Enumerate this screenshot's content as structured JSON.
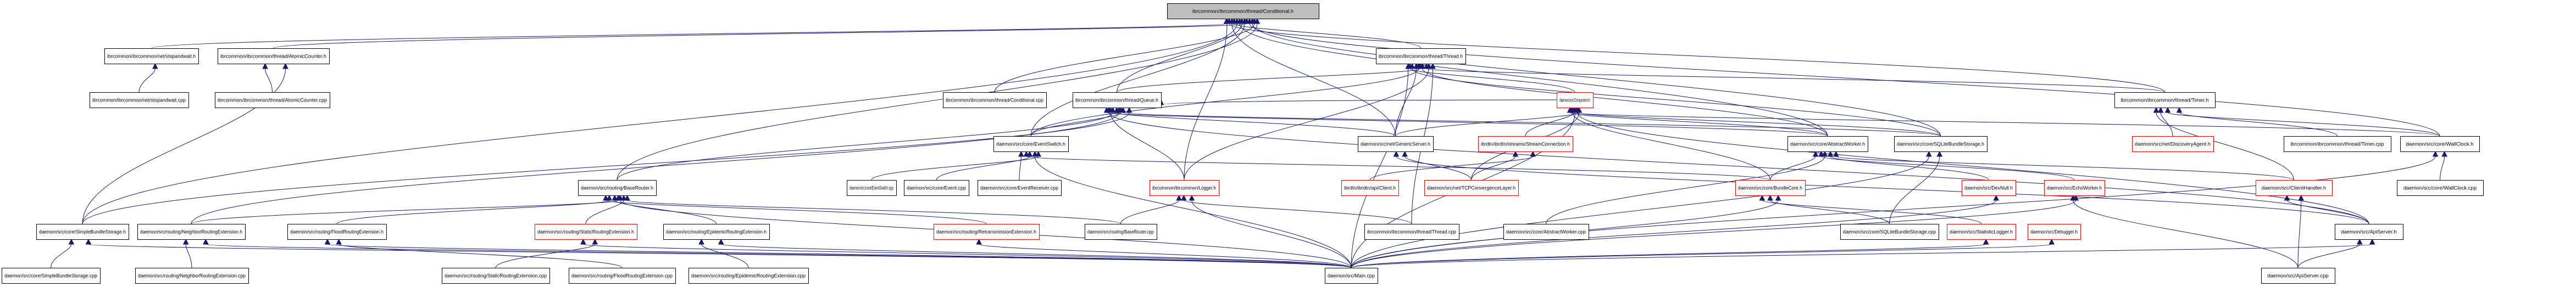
{
  "diagram": {
    "type": "include-dependency-graph",
    "edge_color": "#191970",
    "root_fill": "#bfbfbf",
    "truncated_border": "#ff0000",
    "nodes": [
      {
        "id": "conditional_h",
        "label": "ibrcommon/ibrcommon/thread/Conditional.h",
        "root": true
      },
      {
        "id": "stopandwait_h",
        "label": "ibrcommon/ibrcommon/net/stopandwait.h"
      },
      {
        "id": "atomiccounter_h",
        "label": "ibrcommon/ibrcommon/thread/AtomicCounter.h"
      },
      {
        "id": "thread_h",
        "label": "ibrcommon/ibrcommon/thread/Thread.h"
      },
      {
        "id": "stopandwait_cpp",
        "label": "ibrcommon/ibrcommon/net/stopandwait.cpp"
      },
      {
        "id": "atomiccounter_cpp",
        "label": "ibrcommon/ibrcommon/thread/AtomicCounter.cpp"
      },
      {
        "id": "conditional_cpp",
        "label": "ibrcommon/ibrcommon/thread/Conditional.cpp"
      },
      {
        "id": "queue_h",
        "label": "ibrcommon/ibrcommon/thread/Queue.h"
      },
      {
        "id": "component_h",
        "label": "daemon/src/Component.h",
        "truncated": true
      },
      {
        "id": "timer_h",
        "label": "ibrcommon/ibrcommon/thread/Timer.h"
      },
      {
        "id": "eventswitch_h",
        "label": "daemon/src/core/EventSwitch.h"
      },
      {
        "id": "genericserver_h",
        "label": "daemon/src/net/GenericServer.h"
      },
      {
        "id": "streamconnection_h",
        "label": "ibrdtn/ibrdtn/streams/StreamConnection.h",
        "truncated": true
      },
      {
        "id": "abstractworker_h",
        "label": "daemon/src/core/AbstractWorker.h"
      },
      {
        "id": "sqlitebundlestorage_h",
        "label": "daemon/src/core/SQLiteBundleStorage.h"
      },
      {
        "id": "discoveryagent_h",
        "label": "daemon/src/net/DiscoveryAgent.h",
        "truncated": true
      },
      {
        "id": "timer_cpp",
        "label": "ibrcommon/ibrcommon/thread/Timer.cpp"
      },
      {
        "id": "wallclock_h",
        "label": "daemon/src/core/WallClock.h"
      },
      {
        "id": "baserouter_h",
        "label": "daemon/src/routing/BaseRouter.h"
      },
      {
        "id": "eventswitch_cpp",
        "label": "daemon/src/core/EventSwitch.cpp"
      },
      {
        "id": "event_cpp",
        "label": "daemon/src/core/Event.cpp"
      },
      {
        "id": "eventreceiver_cpp",
        "label": "daemon/src/core/EventReceiver.cpp"
      },
      {
        "id": "logger_h",
        "label": "ibrcommon/ibrcommon/Logger.h",
        "truncated": true
      },
      {
        "id": "client_h",
        "label": "ibrdtn/ibrdtn/api/Client.h",
        "truncated": true
      },
      {
        "id": "tcpcl_h",
        "label": "daemon/src/net/TCPConvergenceLayer.h",
        "truncated": true
      },
      {
        "id": "bundlecore_h",
        "label": "daemon/src/core/BundleCore.h",
        "truncated": true
      },
      {
        "id": "devnull_h",
        "label": "daemon/src/DevNull.h",
        "truncated": true
      },
      {
        "id": "echoworker_h",
        "label": "daemon/src/EchoWorker.h",
        "truncated": true
      },
      {
        "id": "clienthandler_h",
        "label": "daemon/src/ClientHandler.h",
        "truncated": true
      },
      {
        "id": "wallclock_cpp",
        "label": "daemon/src/core/WallClock.cpp"
      },
      {
        "id": "simplebundlestorage_h",
        "label": "daemon/src/core/SimpleBundleStorage.h"
      },
      {
        "id": "neighborrouting_h",
        "label": "daemon/src/routing/NeighborRoutingExtension.h"
      },
      {
        "id": "floodrouting_h",
        "label": "daemon/src/routing/FloodRoutingExtension.h"
      },
      {
        "id": "staticrouting_h",
        "label": "daemon/src/routing/StaticRoutingExtension.h",
        "truncated": true
      },
      {
        "id": "epidemicrouting_h",
        "label": "daemon/src/routing/EpidemicRoutingExtension.h"
      },
      {
        "id": "retransmission_h",
        "label": "daemon/src/routing/RetransmissionExtension.h",
        "truncated": true
      },
      {
        "id": "baserouter_cpp",
        "label": "daemon/src/routing/BaseRouter.cpp"
      },
      {
        "id": "thread_cpp",
        "label": "ibrcommon/ibrcommon/thread/Thread.cpp"
      },
      {
        "id": "abstractworker_cpp",
        "label": "daemon/src/core/AbstractWorker.cpp"
      },
      {
        "id": "sqlitebundlestorage_cpp",
        "label": "daemon/src/core/SQLiteBundleStorage.cpp"
      },
      {
        "id": "statisticlogger_h",
        "label": "daemon/src/StatisticLogger.h",
        "truncated": true
      },
      {
        "id": "debugger_h",
        "label": "daemon/src/Debugger.h",
        "truncated": true
      },
      {
        "id": "apiserver_h",
        "label": "daemon/src/ApiServer.h"
      },
      {
        "id": "simplebundlestorage_cpp",
        "label": "daemon/src/core/SimpleBundleStorage.cpp"
      },
      {
        "id": "neighborrouting_cpp",
        "label": "daemon/src/routing/NeighborRoutingExtension.cpp"
      },
      {
        "id": "staticrouting_cpp",
        "label": "daemon/src/routing/StaticRoutingExtension.cpp"
      },
      {
        "id": "floodrouting_cpp",
        "label": "daemon/src/routing/FloodRoutingExtension.cpp"
      },
      {
        "id": "epidemicrouting_cpp",
        "label": "daemon/src/routing/EpidemicRoutingExtension.cpp"
      },
      {
        "id": "main_cpp",
        "label": "daemon/src/Main.cpp"
      },
      {
        "id": "apiserver_cpp",
        "label": "daemon/src/ApiServer.cpp"
      }
    ],
    "edges": [
      [
        "stopandwait_h",
        "conditional_h"
      ],
      [
        "atomiccounter_h",
        "conditional_h"
      ],
      [
        "thread_h",
        "conditional_h"
      ],
      [
        "conditional_cpp",
        "conditional_h"
      ],
      [
        "queue_h",
        "conditional_h"
      ],
      [
        "timer_h",
        "conditional_h"
      ],
      [
        "wallclock_h",
        "conditional_h"
      ],
      [
        "simplebundlestorage_h",
        "conditional_h"
      ],
      [
        "baserouter_h",
        "conditional_h"
      ],
      [
        "eventswitch_h",
        "conditional_h"
      ],
      [
        "genericserver_h",
        "conditional_h"
      ],
      [
        "sqlitebundlestorage_h",
        "conditional_h"
      ],
      [
        "abstractworker_h",
        "conditional_h"
      ],
      [
        "logger_h",
        "conditional_h"
      ],
      [
        "stopandwait_cpp",
        "stopandwait_h"
      ],
      [
        "atomiccounter_cpp",
        "atomiccounter_h"
      ],
      [
        "simplebundlestorage_h",
        "atomiccounter_h"
      ],
      [
        "queue_h",
        "thread_h"
      ],
      [
        "component_h",
        "thread_h"
      ],
      [
        "timer_h",
        "thread_h"
      ],
      [
        "genericserver_h",
        "thread_h"
      ],
      [
        "thread_cpp",
        "thread_h"
      ],
      [
        "abstractworker_h",
        "thread_h"
      ],
      [
        "sqlitebundlestorage_h",
        "thread_h"
      ],
      [
        "logger_h",
        "thread_h"
      ],
      [
        "eventswitch_h",
        "thread_h"
      ],
      [
        "main_cpp",
        "thread_h"
      ],
      [
        "eventswitch_h",
        "queue_h"
      ],
      [
        "logger_h",
        "queue_h"
      ],
      [
        "component_h",
        "queue_h"
      ],
      [
        "genericserver_h",
        "queue_h"
      ],
      [
        "abstractworker_h",
        "queue_h"
      ],
      [
        "sqlitebundlestorage_h",
        "queue_h"
      ],
      [
        "baserouter_h",
        "queue_h"
      ],
      [
        "simplebundlestorage_h",
        "queue_h"
      ],
      [
        "neighborrouting_h",
        "queue_h"
      ],
      [
        "apiserver_h",
        "queue_h"
      ],
      [
        "genericserver_h",
        "component_h"
      ],
      [
        "streamconnection_h",
        "component_h"
      ],
      [
        "abstractworker_h",
        "component_h"
      ],
      [
        "sqlitebundlestorage_h",
        "component_h"
      ],
      [
        "bundlecore_h",
        "component_h"
      ],
      [
        "tcpcl_h",
        "component_h"
      ],
      [
        "main_cpp",
        "component_h"
      ],
      [
        "wallclock_h",
        "component_h"
      ],
      [
        "apiserver_h",
        "component_h"
      ],
      [
        "discoveryagent_h",
        "timer_h"
      ],
      [
        "timer_cpp",
        "timer_h"
      ],
      [
        "wallclock_h",
        "timer_h"
      ],
      [
        "clienthandler_h",
        "timer_h"
      ],
      [
        "eventswitch_cpp",
        "eventswitch_h"
      ],
      [
        "event_cpp",
        "eventswitch_h"
      ],
      [
        "eventreceiver_cpp",
        "eventswitch_h"
      ],
      [
        "main_cpp",
        "eventswitch_h"
      ],
      [
        "bundlecore_h",
        "eventswitch_h"
      ],
      [
        "tcpcl_h",
        "genericserver_h"
      ],
      [
        "apiserver_h",
        "genericserver_h"
      ],
      [
        "tcpcl_h",
        "streamconnection_h"
      ],
      [
        "client_h",
        "streamconnection_h"
      ],
      [
        "abstractworker_cpp",
        "abstractworker_h"
      ],
      [
        "bundlecore_h",
        "abstractworker_h"
      ],
      [
        "devnull_h",
        "abstractworker_h"
      ],
      [
        "echoworker_h",
        "abstractworker_h"
      ],
      [
        "clienthandler_h",
        "abstractworker_h"
      ],
      [
        "sqlitebundlestorage_cpp",
        "sqlitebundlestorage_h"
      ],
      [
        "main_cpp",
        "sqlitebundlestorage_h"
      ],
      [
        "wallclock_cpp",
        "wallclock_h"
      ],
      [
        "main_cpp",
        "wallclock_h"
      ],
      [
        "baserouter_cpp",
        "baserouter_h"
      ],
      [
        "neighborrouting_h",
        "baserouter_h"
      ],
      [
        "floodrouting_h",
        "baserouter_h"
      ],
      [
        "staticrouting_h",
        "baserouter_h"
      ],
      [
        "epidemicrouting_h",
        "baserouter_h"
      ],
      [
        "retransmission_h",
        "baserouter_h"
      ],
      [
        "main_cpp",
        "baserouter_h"
      ],
      [
        "baserouter_cpp",
        "logger_h"
      ],
      [
        "main_cpp",
        "logger_h"
      ],
      [
        "thread_cpp",
        "logger_h"
      ],
      [
        "simplebundlestorage_cpp",
        "simplebundlestorage_h"
      ],
      [
        "main_cpp",
        "simplebundlestorage_h"
      ],
      [
        "neighborrouting_cpp",
        "neighborrouting_h"
      ],
      [
        "main_cpp",
        "neighborrouting_h"
      ],
      [
        "floodrouting_cpp",
        "floodrouting_h"
      ],
      [
        "main_cpp",
        "floodrouting_h"
      ],
      [
        "staticrouting_cpp",
        "staticrouting_h"
      ],
      [
        "main_cpp",
        "staticrouting_h"
      ],
      [
        "epidemicrouting_cpp",
        "epidemicrouting_h"
      ],
      [
        "main_cpp",
        "epidemicrouting_h"
      ],
      [
        "main_cpp",
        "retransmission_h"
      ],
      [
        "main_cpp",
        "bundlecore_h"
      ],
      [
        "sqlitebundlestorage_cpp",
        "bundlecore_h"
      ],
      [
        "statisticlogger_h",
        "bundlecore_h"
      ],
      [
        "main_cpp",
        "statisticlogger_h"
      ],
      [
        "main_cpp",
        "debugger_h"
      ],
      [
        "main_cpp",
        "devnull_h"
      ],
      [
        "main_cpp",
        "echoworker_h"
      ],
      [
        "apiserver_h",
        "clienthandler_h"
      ],
      [
        "apiserver_cpp",
        "clienthandler_h"
      ],
      [
        "apiserver_cpp",
        "echoworker_h"
      ],
      [
        "apiserver_cpp",
        "apiserver_h"
      ],
      [
        "main_cpp",
        "apiserver_h"
      ]
    ]
  }
}
